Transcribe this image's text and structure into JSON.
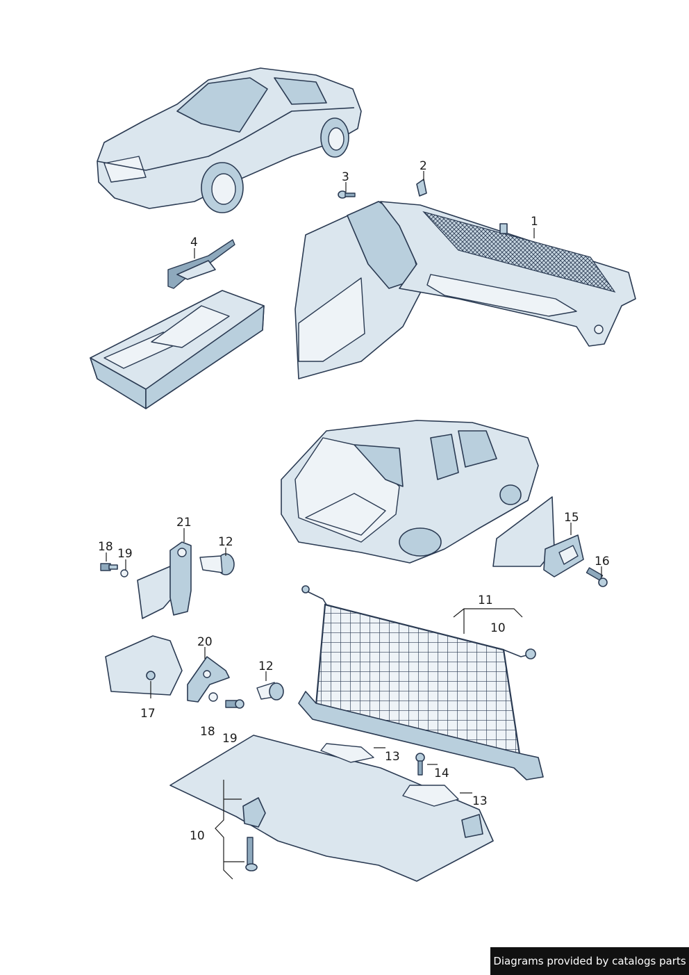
{
  "callouts": {
    "c1": "1",
    "c2": "2",
    "c3": "3",
    "c4": "4",
    "c10a": "10",
    "c10b": "10",
    "c11": "11",
    "c12a": "12",
    "c12b": "12",
    "c13a": "13",
    "c13b": "13",
    "c14": "14",
    "c15": "15",
    "c16": "16",
    "c17": "17",
    "c18a": "18",
    "c18b": "18",
    "c19a": "19",
    "c19b": "19",
    "c20": "20",
    "c21": "21"
  },
  "credit": {
    "text": "Diagrams provided by catalogs parts"
  },
  "colors": {
    "line": "#2a3a52",
    "light": "#dbe6ee",
    "mid": "#b9cfdd",
    "shade": "#8ea9bd"
  }
}
